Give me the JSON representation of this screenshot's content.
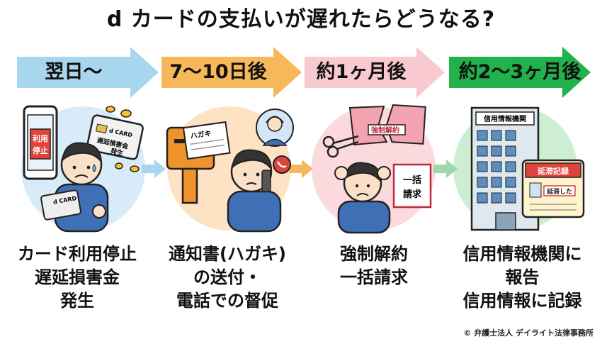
{
  "title": "d カードの支払いが遅れたらどうなる?",
  "steps": [
    {
      "label": "翌日〜",
      "arrow_color": "#a9d6ef",
      "circle_color": "#d7ecf8",
      "desc_lines": [
        "カード利用停止",
        "遅延損害金",
        "発生"
      ]
    },
    {
      "label": "7〜10日後",
      "arrow_color": "#f6b85b",
      "circle_color": "#fde2c4",
      "desc_lines": [
        "通知書(ハガキ)",
        "の送付・",
        "電話での督促"
      ]
    },
    {
      "label": "約1ヶ月後",
      "arrow_color": "#f8c9d1",
      "circle_color": "#fcd9dd",
      "desc_lines": [
        "強制解約",
        "一括請求"
      ]
    },
    {
      "label": "約2〜3ヶ月後",
      "arrow_color": "#22b14c",
      "circle_color": "#cdeed3",
      "desc_lines": [
        "信用情報機関に",
        "報告",
        "信用情報に記録"
      ]
    }
  ],
  "illustrations": {
    "phone_sign": [
      "利用",
      "停止"
    ],
    "card_text": "d CARD",
    "card_notice": [
      "遅延損害金",
      "発生"
    ],
    "postcard_text": "ハガキ",
    "stamp_text": "強制解約",
    "bill_text": [
      "一括",
      "請求"
    ],
    "building_sign": "信用情報機関",
    "record_title": "延滞記録",
    "record_badge": "延滞した"
  },
  "copyright": "© 弁護士法人 デイライト法律事務所"
}
